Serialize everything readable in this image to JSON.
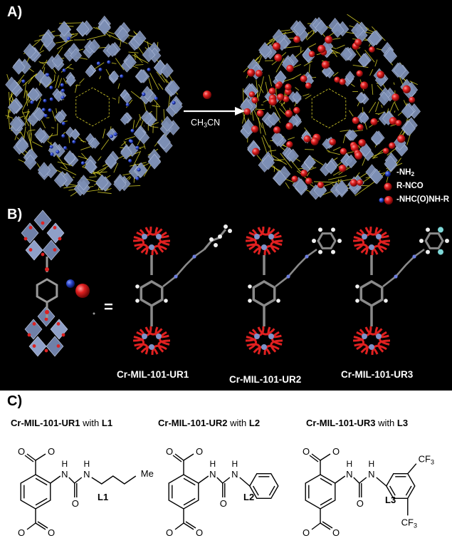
{
  "panel_a": {
    "label": "A)",
    "arrow_text": "CH3CN",
    "legend": [
      {
        "text": "-NH2",
        "color": "#2a46c8"
      },
      {
        "text": "R-NCO",
        "color": "#e01f1f"
      },
      {
        "text": "-NHC(O)NH-R",
        "color": "#e01f1f"
      }
    ]
  },
  "panel_b": {
    "label": "B)",
    "equals": "=",
    "structures": [
      "Cr-MIL-101-UR1",
      "Cr-MIL-101-UR2",
      "Cr-MIL-101-UR3"
    ]
  },
  "panel_c": {
    "label": "C)",
    "titles": [
      {
        "framework": "Cr-MIL-101-UR1",
        "with": "with",
        "ligand": "L1"
      },
      {
        "framework": "Cr-MIL-101-UR2",
        "with": "with",
        "ligand": "L2"
      },
      {
        "framework": "Cr-MIL-101-UR3",
        "with": "with",
        "ligand": "L3"
      }
    ],
    "ligands": [
      {
        "name": "L1",
        "substituent": "Me"
      },
      {
        "name": "L2"
      },
      {
        "name": "L3",
        "substituent": "CF3"
      }
    ],
    "atoms": {
      "O": "O",
      "N": "N",
      "H": "H"
    }
  },
  "colors": {
    "background_dark": "#000000",
    "polyhedra": "#7d8fb5",
    "linker": "#d8d02a",
    "amine": "#2a46c8",
    "isocyanate": "#e01f1f",
    "fluorine": "#7fd8d8"
  }
}
